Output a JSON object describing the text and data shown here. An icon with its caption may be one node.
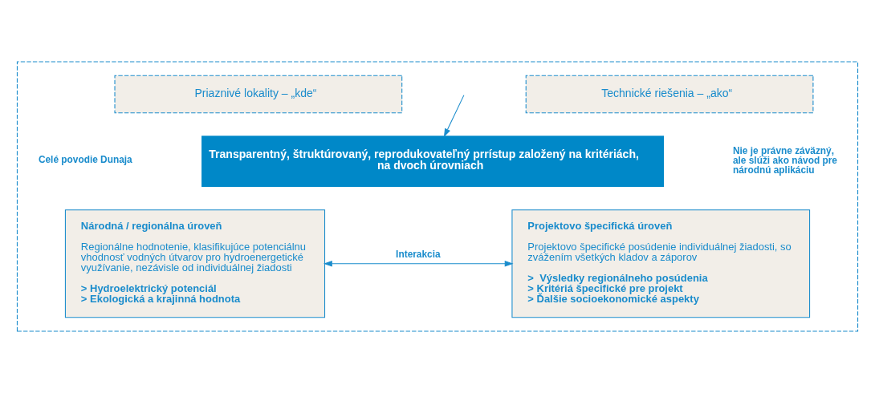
{
  "diagram": {
    "nodes": [
      {
        "text": [],
        "shape": "box"
      },
      {
        "text": [
          "Priaznivé lokality – „kde“"
        ],
        "in": 0
      },
      {
        "text": [
          "Technické riešenia – „ako“"
        ],
        "in": 0
      },
      {
        "text": [
          "Transparentný, štruktúrovaný, reprodukovateľný prrístup založený na kritériách, na dvoch úrovniach"
        ],
        "in": 0
      },
      {
        "text": [
          "Národná / regionálna úroveň",
          "Regionálne hodnotenie, klasifikujúce potenciálnu vhodnosť vodných útvarov pro hydroenergetické využívanie, nezávisle od individuálnej žiadosti",
          "> Hydroelektrický potenciál",
          "> Ekologická a krajinná hodnota"
        ],
        "in": 0
      },
      {
        "text": [
          "Projektovo špecifická úroveň",
          "Projektovo špecifické posúdenie individuálnej žiadosti, so zvážením všetkých kladov a záporov",
          ">  Výsledky regionálneho posúdenia",
          "> Kritériá špecifické pre projekt",
          "> Ďalšie socioekonomické aspekty"
        ],
        "in": 0
      }
    ],
    "edges": [
      {
        "from": null,
        "to": 3,
        "arrow": "to"
      },
      {
        "from": 4,
        "to": 5,
        "arrow": "both",
        "label": "Interakcia"
      }
    ],
    "labels": [
      "Celé povodie Dunaja",
      "Nie je právne záväzný, ale slúži ako návod pre národnú aplikáciu"
    ]
  }
}
